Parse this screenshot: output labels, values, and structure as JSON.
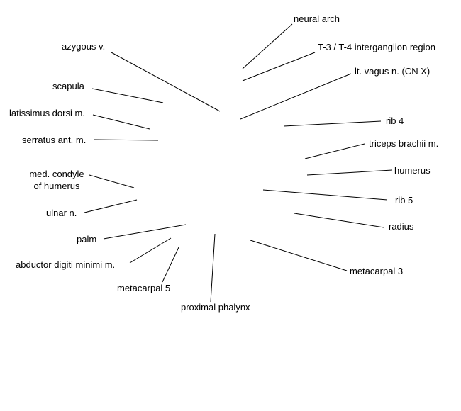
{
  "labels": {
    "neural_arch": "neural arch",
    "interganglion": "T-3 / T-4 interganglion region",
    "vagus": "lt. vagus n. (CN X)",
    "azygous": "azygous v.",
    "scapula": "scapula",
    "latissimus": "latissimus dorsi m.",
    "serratus": "serratus ant. m.",
    "rib4": "rib 4",
    "triceps": "triceps brachii m.",
    "med_condyle_1": "med. condyle",
    "med_condyle_2": "of humerus",
    "humerus": "humerus",
    "ulnar": "ulnar n.",
    "rib5": "rib 5",
    "radius": "radius",
    "palm": "palm",
    "abductor": "abductor digiti minimi m.",
    "metacarpal5": "metacarpal 5",
    "metacarpal3": "metacarpal 3",
    "proximal_phalynx": "proximal phalynx"
  }
}
